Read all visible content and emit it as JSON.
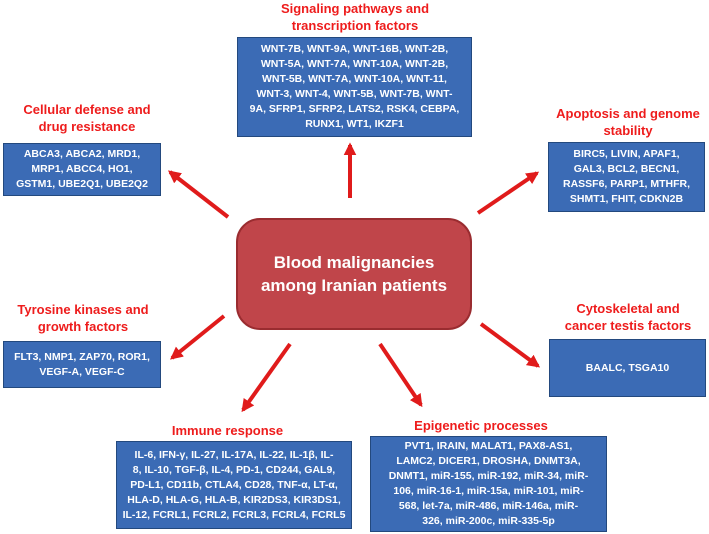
{
  "center": {
    "text": "Blood malignancies among Iranian patients"
  },
  "categories": {
    "signaling": {
      "title_line1": "Signaling pathways and",
      "title_line2": "transcription factors",
      "lines": [
        "WNT-7B, WNT-9A, WNT-16B, WNT-2B,",
        "WNT-5A, WNT-7A, WNT-10A, WNT-2B,",
        "WNT-5B, WNT-7A, WNT-10A, WNT-11,",
        "WNT-3, WNT-4, WNT-5B, WNT-7B, WNT-",
        "9A, SFRP1, SFRP2, LATS2, RSK4, CEBPA,",
        "RUNX1, WT1, IKZF1"
      ]
    },
    "defense": {
      "title_line1": "Cellular defense and",
      "title_line2": "drug resistance",
      "lines": [
        "ABCA3, ABCA2, MRD1,",
        "MRP1, ABCC4, HO1,",
        "GSTM1, UBE2Q1, UBE2Q2"
      ]
    },
    "apoptosis": {
      "title_line1": "Apoptosis and genome",
      "title_line2": "stability",
      "lines": [
        "BIRC5, LIVIN, APAF1,",
        "GAL3, BCL2, BECN1,",
        "RASSF6, PARP1, MTHFR,",
        "SHMT1, FHIT, CDKN2B"
      ]
    },
    "tyrosine": {
      "title_line1": "Tyrosine kinases and",
      "title_line2": "growth factors",
      "lines": [
        "FLT3, NMP1, ZAP70, ROR1,",
        "VEGF-A, VEGF-C"
      ]
    },
    "cytoskeletal": {
      "title_line1": "Cytoskeletal and",
      "title_line2": "cancer testis factors",
      "lines": [
        "BAALC, TSGA10"
      ]
    },
    "immune": {
      "title_line1": "Immune response",
      "lines": [
        "IL-6, IFN-γ, IL-27, IL-17A, IL-22, IL-1β, IL-",
        "8, IL-10, TGF-β, IL-4, PD-1, CD244, GAL9,",
        "PD-L1, CD11b, CTLA4, CD28, TNF-α, LT-α,",
        "HLA-D, HLA-G, HLA-B, KIR2DS3, KIR3DS1,",
        "IL-12, FCRL1, FCRL2, FCRL3, FCRL4, FCRL5"
      ]
    },
    "epigenetic": {
      "title_line1": "Epigenetic processes",
      "lines": [
        "PVT1, IRAIN, MALAT1, PAX8-AS1,",
        "LAMC2, DICER1, DROSHA, DNMT3A,",
        "DNMT1, miR-155, miR-192, miR-34, miR-",
        "106, miR-16-1, miR-15a, miR-101, miR-",
        "568, let-7a, miR-486, miR-146a, miR-",
        "326, miR-200c, miR-335-5p"
      ]
    }
  },
  "colors": {
    "title": "#ee1c1c",
    "box": "#3b6bb5",
    "center": "#c0454a",
    "arrow": "#e01b1b"
  }
}
